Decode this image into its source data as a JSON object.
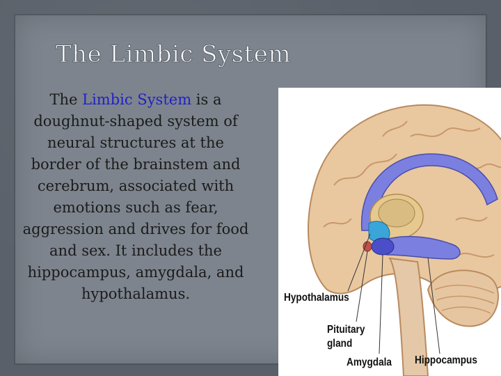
{
  "slide": {
    "title": "The Limbic System",
    "body": {
      "prefix": "The ",
      "highlight": "Limbic System",
      "suffix": " is a doughnut-shaped system of neural structures at the border of the brainstem and cerebrum, associated with emotions such as fear, aggression and drives for food and sex. It includes the hippocampus, amygdala, and hypothalamus."
    },
    "diagram_labels": {
      "hypothalamus": "Hypothalamus",
      "pituitary_line1": "Pituitary",
      "pituitary_line2": "gland",
      "amygdala": "Amygdala",
      "hippocampus": "Hippocampus"
    },
    "colors": {
      "background": "#7d848d",
      "highlight_text": "#2020c8",
      "limbic_purple": "#6a6fd8",
      "hypothalamus_blue": "#3aa5d8",
      "cortex": "#e8c9a0"
    }
  }
}
